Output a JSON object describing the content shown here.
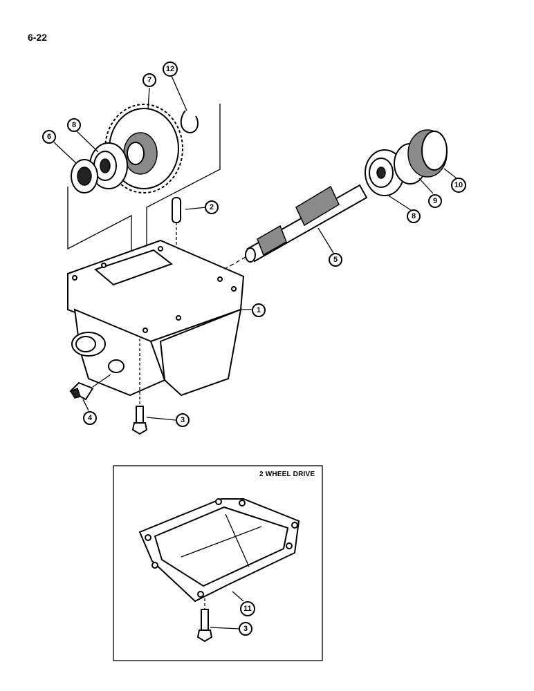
{
  "page_number": "6-22",
  "inset_caption": "2 WHEEL DRIVE",
  "callouts": {
    "c1": "1",
    "c2": "2",
    "c3_top": "3",
    "c3_inset": "3",
    "c4": "4",
    "c5": "5",
    "c6": "6",
    "c7": "7",
    "c8_left": "8",
    "c8_right": "8",
    "c9": "9",
    "c10": "10",
    "c11": "11",
    "c12": "12"
  }
}
